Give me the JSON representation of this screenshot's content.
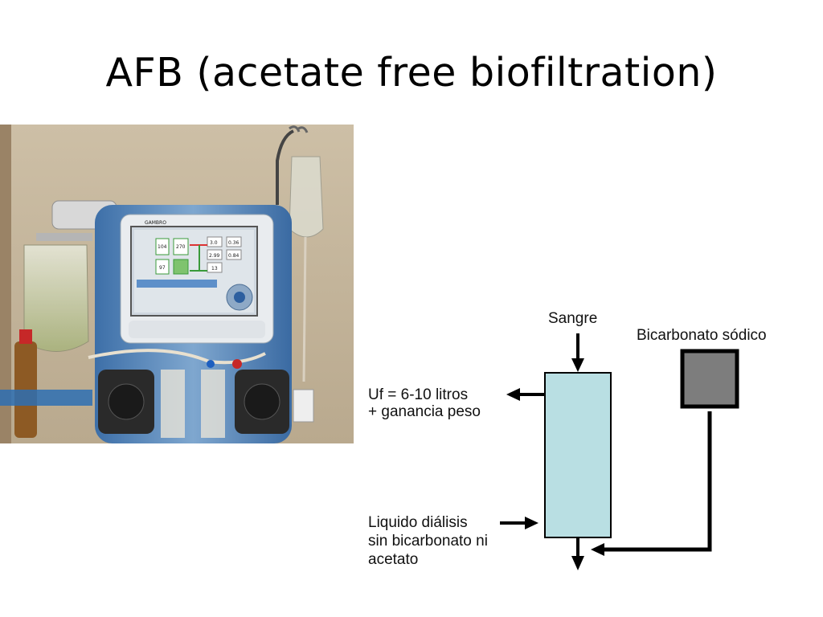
{
  "slide": {
    "title": "AFB (acetate free biofiltration)"
  },
  "photo": {
    "brand": "GAMBRO",
    "screen_values": [
      "104",
      "270",
      "3.0",
      "0.36",
      "2.99",
      "0.84",
      "97",
      "13"
    ]
  },
  "diagram": {
    "sangre": "Sangre",
    "bicarbonato": "Bicarbonato sódico",
    "uf_line1": "Uf = 6-10 litros",
    "uf_line2": "+ ganancia peso",
    "liquido_line1": "Liquido diálisis",
    "liquido_line2": "sin bicarbonato ni",
    "liquido_line3": "acetato",
    "colors": {
      "filter_fill": "#b9dfe3",
      "bicarbonate_fill": "#7d7d7d",
      "line": "#000000"
    }
  }
}
